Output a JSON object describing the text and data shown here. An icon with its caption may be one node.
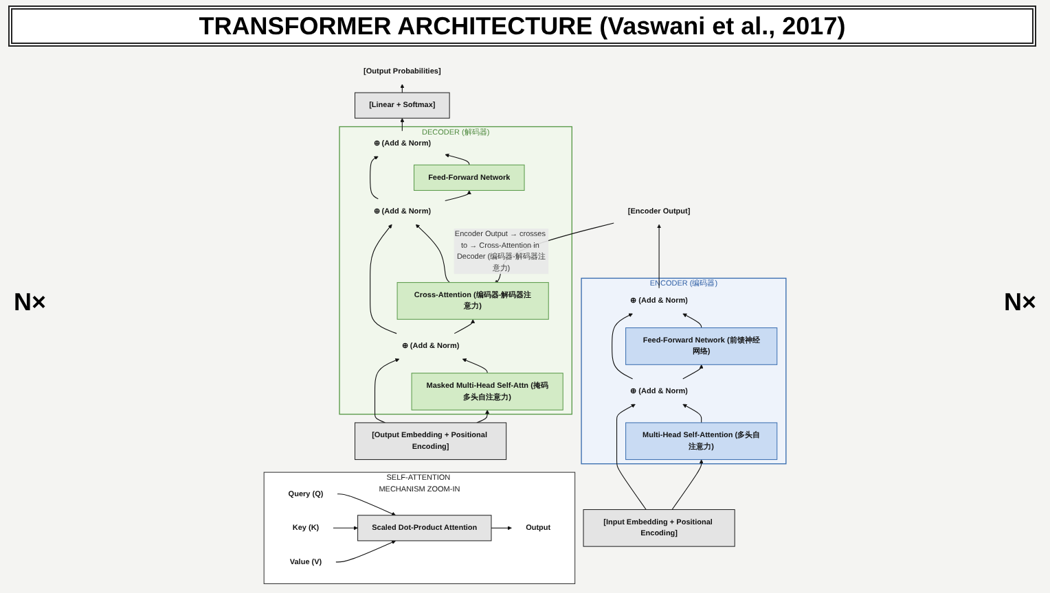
{
  "diagram": {
    "title": "TRANSFORMER ARCHITECTURE (Vaswani et al., 2017)",
    "nodes": [
      {
        "text": [
          "ENCODER (编码器)"
        ]
      },
      {
        "text": [
          "⊕ (Add & Norm)"
        ],
        "in": 0
      },
      {
        "text": [
          "Feed-Forward Network (前馈神经网络)"
        ],
        "in": 0
      },
      {
        "text": [
          "⊕ (Add & Norm)"
        ],
        "in": 0
      },
      {
        "text": [
          "Multi-Head Self-Attention (多头自注意力)"
        ],
        "in": 0
      },
      {
        "text": [
          "[Encoder Output]"
        ]
      },
      {
        "text": [
          "[Input Embedding + Positional Encoding]"
        ]
      },
      {
        "text": [
          "[Output Probabilities]"
        ]
      },
      {
        "text": [
          "[Linear + Softmax]"
        ]
      },
      {
        "text": [
          "DECODER (解码器)"
        ]
      },
      {
        "text": [
          "⊕ (Add & Norm)"
        ],
        "in": 9
      },
      {
        "text": [
          "Feed-Forward Network"
        ],
        "in": 9
      },
      {
        "text": [
          "⊕ (Add & Norm)"
        ],
        "in": 9
      },
      {
        "text": [
          "Cross-Attention (编码器-解码器注意力)"
        ],
        "in": 9
      },
      {
        "text": [
          "⊕ (Add & Norm)"
        ],
        "in": 9
      },
      {
        "text": [
          "Masked Multi-Head Self-Attn (掩码多头自注意力)"
        ],
        "in": 9
      },
      {
        "text": [
          "[Output Embedding + Positional Encoding]"
        ]
      },
      {
        "text": [
          "SELF-ATTENTION MECHANISM ZOOM-IN"
        ]
      },
      {
        "text": [
          "Query (Q)"
        ],
        "in": 17
      },
      {
        "text": [
          "Key (K)"
        ],
        "in": 17
      },
      {
        "text": [
          "Value (V)"
        ],
        "in": 17
      },
      {
        "text": [
          "Scaled Dot-Product Attention"
        ],
        "in": 17
      },
      {
        "text": [
          "Output"
        ],
        "in": 17
      }
    ],
    "edges": [
      {
        "from": 6,
        "to": 4,
        "arrow": "to"
      },
      {
        "from": 6,
        "to": 3,
        "arrow": "to"
      },
      {
        "from": 4,
        "to": 3,
        "arrow": "to"
      },
      {
        "from": 3,
        "to": 2,
        "arrow": "to"
      },
      {
        "from": 3,
        "to": 1,
        "arrow": "to"
      },
      {
        "from": 2,
        "to": 1,
        "arrow": "to"
      },
      {
        "from": 1,
        "to": 5,
        "arrow": "to"
      },
      {
        "from": 5,
        "to": 13,
        "arrow": "to",
        "label": "Encoder Output → crosses to → Cross-Attention in Decoder (编码器-解码器注意力)"
      },
      {
        "from": 16,
        "to": 15,
        "arrow": "to"
      },
      {
        "from": 16,
        "to": 14,
        "arrow": "to"
      },
      {
        "from": 15,
        "to": 14,
        "arrow": "to"
      },
      {
        "from": 14,
        "to": 13,
        "arrow": "to"
      },
      {
        "from": 14,
        "to": 12,
        "arrow": "to"
      },
      {
        "from": 13,
        "to": 12,
        "arrow": "to"
      },
      {
        "from": 12,
        "to": 11,
        "arrow": "to"
      },
      {
        "from": 12,
        "to": 10,
        "arrow": "to"
      },
      {
        "from": 11,
        "to": 10,
        "arrow": "to"
      },
      {
        "from": 10,
        "to": 8,
        "arrow": "to"
      },
      {
        "from": 8,
        "to": 7,
        "arrow": "to"
      },
      {
        "from": 18,
        "to": 21,
        "arrow": "to"
      },
      {
        "from": 19,
        "to": 21,
        "arrow": "to"
      },
      {
        "from": 20,
        "to": 21,
        "arrow": "to"
      },
      {
        "from": 21,
        "to": 22,
        "arrow": "to"
      }
    ],
    "labels": [
      "N×",
      "N×"
    ]
  }
}
